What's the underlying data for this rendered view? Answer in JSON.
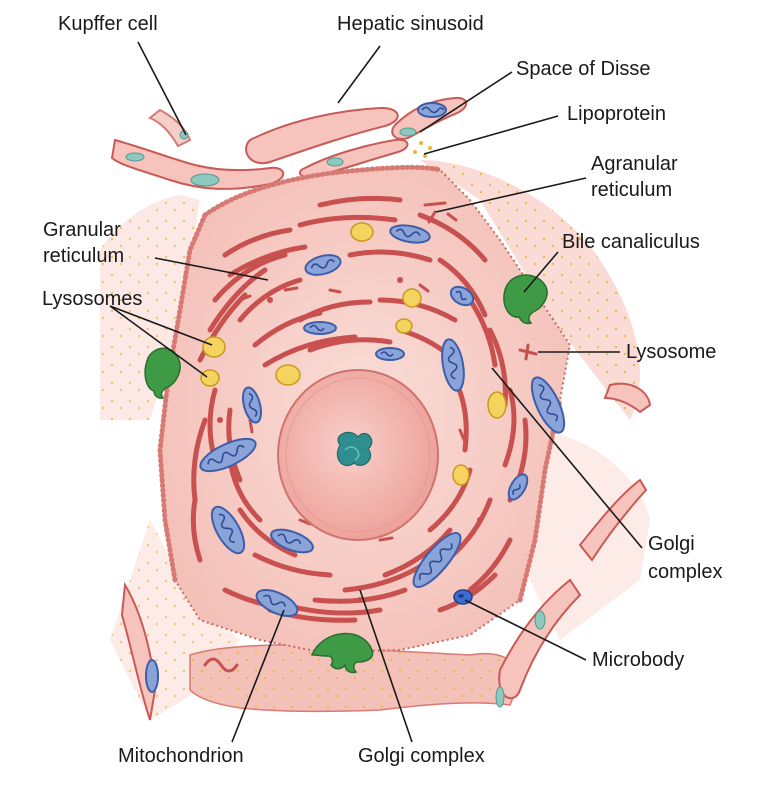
{
  "labels": {
    "kupffer_cell": "Kupffer cell",
    "hepatic_sinusoid": "Hepatic sinusoid",
    "space_of_disse": "Space of Disse",
    "lipoprotein": "Lipoprotein",
    "agranular_reticulum_line1": "Agranular",
    "agranular_reticulum_line2": "reticulum",
    "granular_reticulum_line1": "Granular",
    "granular_reticulum_line2": "reticulum",
    "bile_canaliculus": "Bile canaliculus",
    "lysosomes": "Lysosomes",
    "lysosome": "Lysosome",
    "golgi_complex_right_line1": "Golgi",
    "golgi_complex_right_line2": "complex",
    "microbody": "Microbody",
    "mitochondrion": "Mitochondrion",
    "golgi_complex_bottom": "Golgi complex"
  },
  "colors": {
    "cytoplasm": "#f7d3cc",
    "nucleus": "#f3b3ad",
    "reticulum": "#c8504f",
    "mitochondria": "#8aa3d8",
    "lysosome": "#f4d35e",
    "canaliculus": "#3e9a45",
    "nucleolus": "#2f8f8f"
  }
}
